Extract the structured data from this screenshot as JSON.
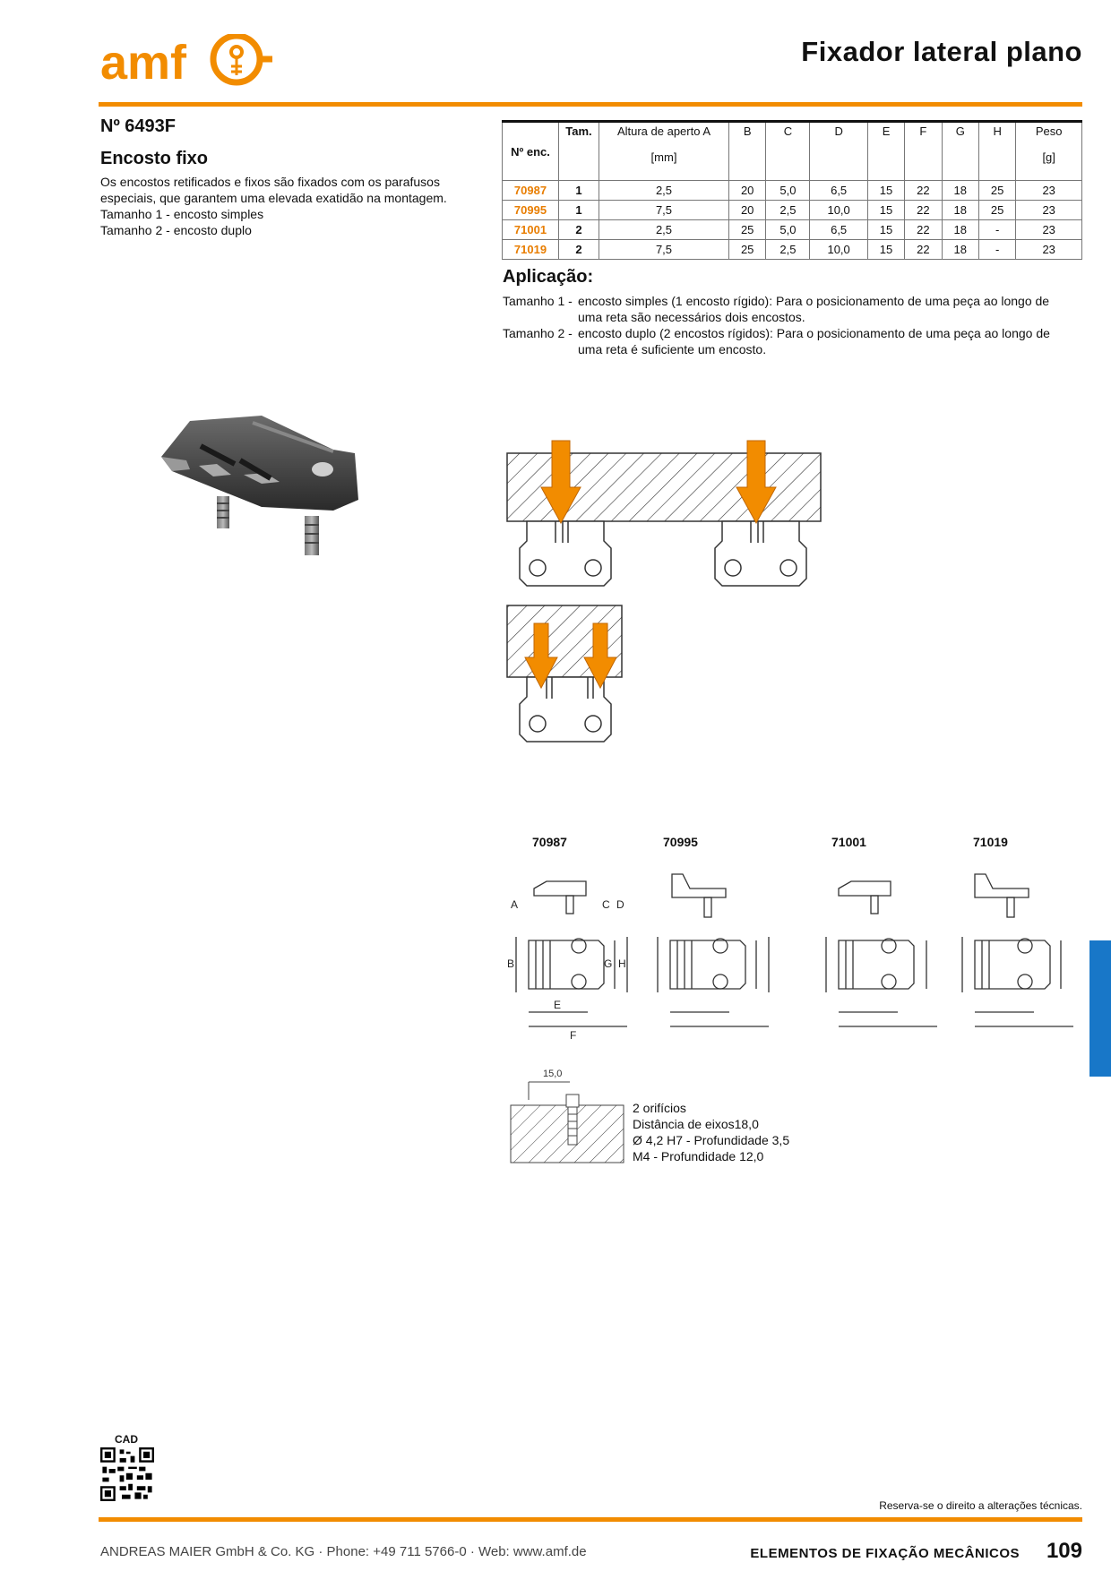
{
  "header": {
    "logo_text": "amf",
    "title": "Fixador lateral plano"
  },
  "product": {
    "article_no": "Nº 6493F",
    "subtitle": "Encosto fixo",
    "description": [
      "Os encostos retificados e fixos são fixados com os parafusos",
      "especiais, que garantem uma elevada exatidão na montagem.",
      "Tamanho 1 - encosto simples",
      "Tamanho 2 - encosto duplo"
    ]
  },
  "table": {
    "headers": [
      {
        "top": "Nº enc.",
        "unit": ""
      },
      {
        "top": "Tam.",
        "unit": ""
      },
      {
        "top": "Altura de aperto A",
        "unit": "[mm]"
      },
      {
        "top": "B",
        "unit": ""
      },
      {
        "top": "C",
        "unit": ""
      },
      {
        "top": "D",
        "unit": ""
      },
      {
        "top": "E",
        "unit": ""
      },
      {
        "top": "F",
        "unit": ""
      },
      {
        "top": "G",
        "unit": ""
      },
      {
        "top": "H",
        "unit": ""
      },
      {
        "top": "Peso",
        "unit": "[g]"
      }
    ],
    "rows": [
      [
        "70987",
        "1",
        "2,5",
        "20",
        "5,0",
        "6,5",
        "15",
        "22",
        "18",
        "25",
        "23"
      ],
      [
        "70995",
        "1",
        "7,5",
        "20",
        "2,5",
        "10,0",
        "15",
        "22",
        "18",
        "25",
        "23"
      ],
      [
        "71001",
        "2",
        "2,5",
        "25",
        "5,0",
        "6,5",
        "15",
        "22",
        "18",
        "-",
        "23"
      ],
      [
        "71019",
        "2",
        "7,5",
        "25",
        "2,5",
        "10,0",
        "15",
        "22",
        "18",
        "-",
        "23"
      ]
    ]
  },
  "application": {
    "title": "Aplicação:",
    "items": [
      {
        "label": "Tamanho 1 -",
        "text": "encosto simples (1 encosto rígido): Para o posicionamento de uma peça ao longo de uma reta são necessários dois encostos."
      },
      {
        "label": "Tamanho 2 -",
        "text": "encosto duplo (2 encostos rígidos): Para o posicionamento de uma peça ao longo de uma reta é suficiente um encosto."
      }
    ]
  },
  "diagrams": {
    "labels": [
      "70987",
      "70995",
      "71001",
      "71019"
    ],
    "dims": {
      "A": "A",
      "B": "B",
      "C": "C",
      "D": "D",
      "E": "E",
      "F": "F",
      "G": "G",
      "H": "H"
    },
    "hole_dim": "15,0",
    "hole_notes": [
      "2 orifícios",
      "Distância de eixos18,0",
      "Ø 4,2 H7 - Profundidade 3,5",
      "M4 - Profundidade 12,0"
    ]
  },
  "colors": {
    "accent": "#f28c00",
    "tab": "#1877c8"
  },
  "cad": {
    "label": "CAD"
  },
  "footer": {
    "reserve": "Reserva-se o direito a alterações técnicas.",
    "company": "ANDREAS MAIER GmbH & Co. KG  ·  Phone: +49 711 5766-0  ·  Web: www.amf.de",
    "section": "ELEMENTOS DE FIXAÇÃO MECÂNICOS",
    "page": "109"
  }
}
